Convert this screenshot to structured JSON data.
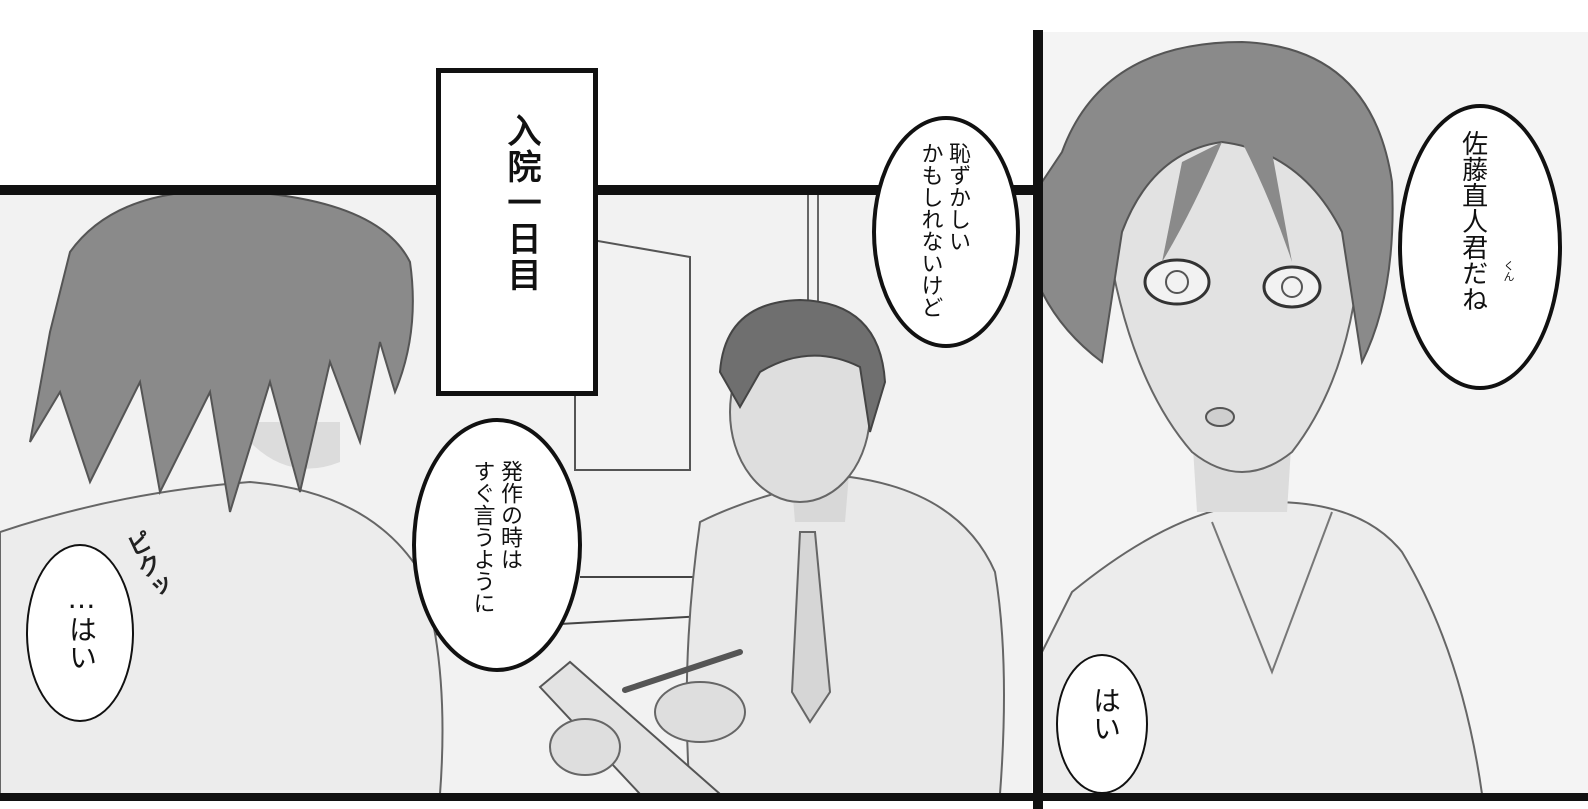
{
  "caption": {
    "text": "入院一日目"
  },
  "bubbles": {
    "doctor_embarrassed": "恥ずかしい\nかもしれないけど",
    "doctor_seizure": "発作の時は\nすぐ言うように",
    "patient_reply_left": "…はい",
    "doctor_name": "佐藤直人君だね",
    "doctor_name_ruby": "くん",
    "patient_reply_right": "はい"
  },
  "sfx": {
    "flinch": "ピクッ"
  },
  "colors": {
    "panel_border": "#111111",
    "background": "#ffffff",
    "hair": "#8a8a8a",
    "skin": "#dedede",
    "clothes": "#ebebeb"
  }
}
